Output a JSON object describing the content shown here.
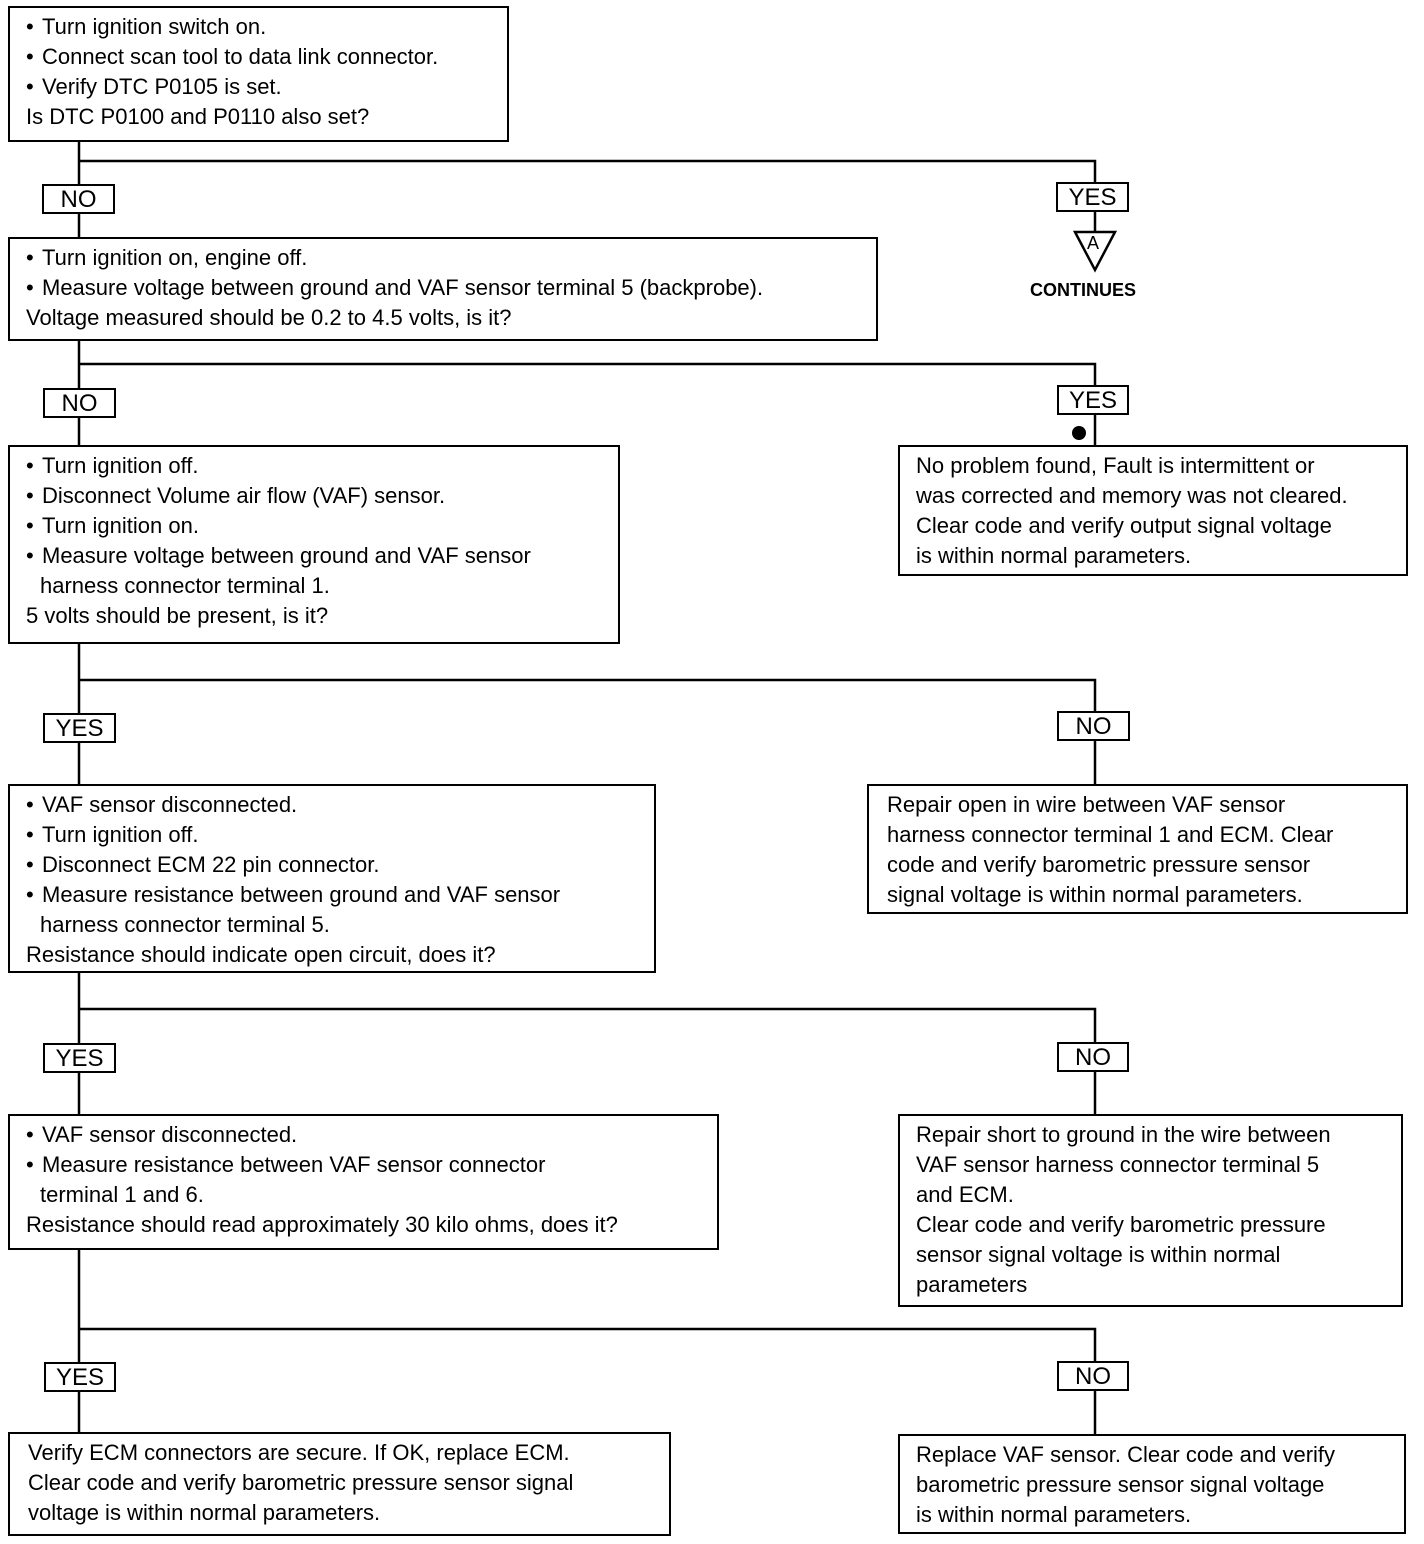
{
  "boxes": {
    "b1": [
      "Turn ignition switch on.",
      "Connect scan tool to data link connector.",
      "Verify DTC P0105 is set.",
      "Is DTC P0100 and P0110 also set?"
    ],
    "b2": [
      "Turn ignition on, engine off.",
      "Measure voltage between ground and VAF sensor terminal 5 (backprobe).",
      "Voltage measured should be 0.2 to 4.5 volts, is it?"
    ],
    "b3": [
      "Turn ignition off.",
      "Disconnect Volume air flow (VAF) sensor.",
      "Turn ignition on.",
      "Measure voltage between ground and VAF sensor",
      "harness connector terminal 1.",
      "5 volts should be present, is it?"
    ],
    "b4": [
      "VAF sensor disconnected.",
      "Turn ignition off.",
      "Disconnect ECM 22 pin connector.",
      "Measure resistance between ground and VAF sensor",
      "harness connector terminal 5.",
      "Resistance should indicate open circuit, does it?"
    ],
    "b5": [
      "VAF sensor disconnected.",
      "Measure resistance between VAF sensor connector",
      "terminal 1 and 6.",
      "Resistance should read approximately 30 kilo ohms, does it?"
    ],
    "b6": [
      "Verify ECM connectors are secure. If OK, replace ECM.",
      "Clear code and verify barometric pressure sensor signal",
      "voltage is within normal parameters."
    ],
    "r1": [
      "No problem found, Fault is intermittent or",
      "was corrected and memory was not cleared.",
      "Clear code and verify output signal voltage",
      "is within normal parameters."
    ],
    "r2": [
      "Repair open in wire between VAF sensor",
      "harness connector terminal 1 and ECM. Clear",
      "code and verify barometric pressure sensor",
      "signal voltage is within normal parameters."
    ],
    "r3": [
      "Repair short to ground in the wire between",
      "VAF sensor harness connector terminal 5",
      "and ECM.",
      "Clear code and verify barometric pressure",
      "sensor signal voltage is within normal",
      "parameters"
    ],
    "r4": [
      "Replace VAF sensor. Clear code and verify",
      "barometric pressure sensor signal voltage",
      "is within normal parameters."
    ]
  },
  "labels": {
    "no1": "NO",
    "yes1": "YES",
    "no2": "NO",
    "yes2": "YES",
    "yes3": "YES",
    "no3": "NO",
    "yes4": "YES",
    "no4": "NO",
    "yes5": "YES",
    "no5": "NO"
  },
  "connector": {
    "letter": "A",
    "text": "CONTINUES"
  }
}
